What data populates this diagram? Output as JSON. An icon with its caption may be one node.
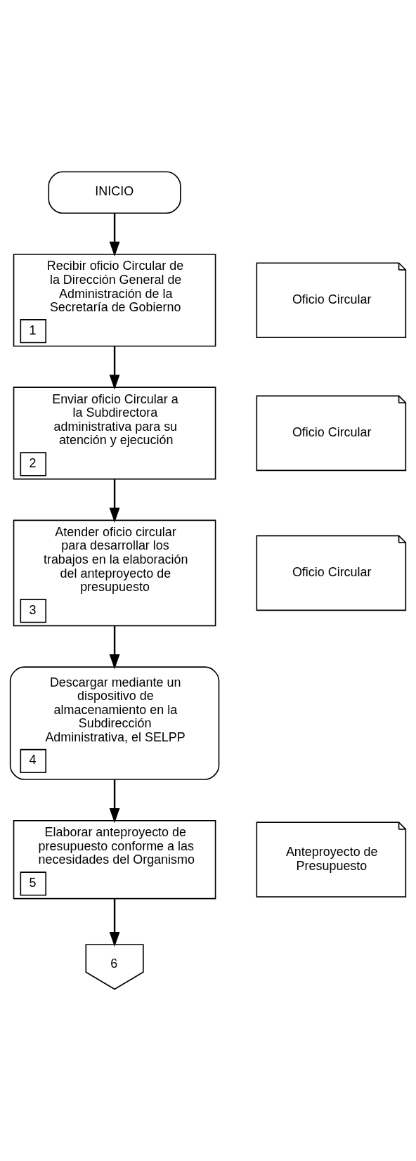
{
  "diagram": {
    "nodes": [
      {
        "text": [
          "INICIO"
        ]
      },
      {
        "text": [
          "Recibir oficio Circular de la Dirección General de Administración de la Secretaría de Gobierno",
          "1"
        ]
      },
      {
        "text": [
          "Oficio Circular"
        ]
      },
      {
        "text": [
          "Enviar oficio Circular a la Subdirectora administrativa para su atención y ejecución",
          "2"
        ]
      },
      {
        "text": [
          "Oficio Circular"
        ]
      },
      {
        "text": [
          "Atender oficio circular para desarrollar los trabajos en la elaboración del anteproyecto de presupuesto",
          "3"
        ]
      },
      {
        "text": [
          "Oficio Circular"
        ]
      },
      {
        "text": [
          "Descargar mediante un dispositivo de almacenamiento en la Subdirección Administrativa, el SELPP",
          "4"
        ]
      },
      {
        "text": [
          "Elaborar anteproyecto de presupuesto conforme a las necesidades del Organismo",
          "5"
        ]
      },
      {
        "text": [
          "Anteproyecto de Presupuesto"
        ]
      },
      {
        "text": [
          "6"
        ]
      }
    ],
    "edges": [
      {
        "from": 0,
        "to": 1,
        "arrow": "to"
      },
      {
        "from": 1,
        "to": 3,
        "arrow": "to"
      },
      {
        "from": 3,
        "to": 5,
        "arrow": "to"
      },
      {
        "from": 5,
        "to": 7,
        "arrow": "to"
      },
      {
        "from": 7,
        "to": 8,
        "arrow": "to"
      },
      {
        "from": 8,
        "to": 10,
        "arrow": "to"
      }
    ]
  }
}
